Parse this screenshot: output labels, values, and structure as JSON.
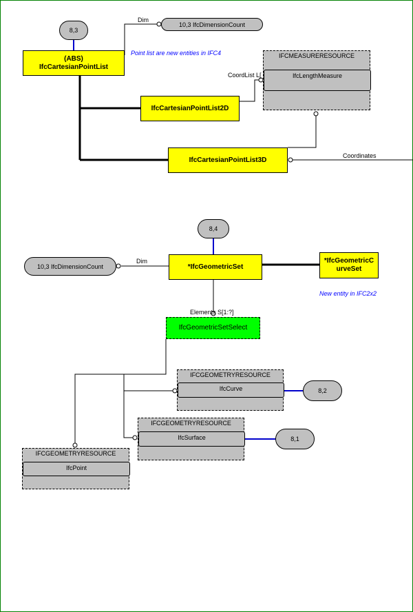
{
  "top": {
    "ref_oval": "8,3",
    "abs_box": {
      "line1": "(ABS)",
      "line2": "IfcCartesianPointList"
    },
    "dim_label": "Dim",
    "dimcount": "10,3 IfcDimensionCount",
    "note": "Point list are new entities in IFC4",
    "list2d": "IfcCartesianPointList2D",
    "list3d": "IfcCartesianPointList3D",
    "measure_group": {
      "title": "IFCMEASURERESOURCE",
      "item": "IfcLengthMeasure"
    },
    "coordlist_label": "CoordList L[",
    "coordinates_label": "Coordinates"
  },
  "bottom": {
    "ref_oval": "8,4",
    "dimcount": "10,3 IfcDimensionCount",
    "dim_label": "Dim",
    "geomset": "*IfcGeometricSet",
    "curveset": "*IfcGeometricCurveSet",
    "note": "New entity in IFC2x2",
    "elements_label": "Elements S[1:?]",
    "select": "IfcGeometricSetSelect",
    "curve_group": {
      "title": "IFCGEOMETRYRESOURCE",
      "item": "IfcCurve",
      "ref": "8,2"
    },
    "surface_group": {
      "title": "IFCGEOMETRYRESOURCE",
      "item": "IfcSurface",
      "ref": "8,1"
    },
    "point_group": {
      "title": "IFCGEOMETRYRESOURCE",
      "item": "IfcPoint"
    }
  }
}
